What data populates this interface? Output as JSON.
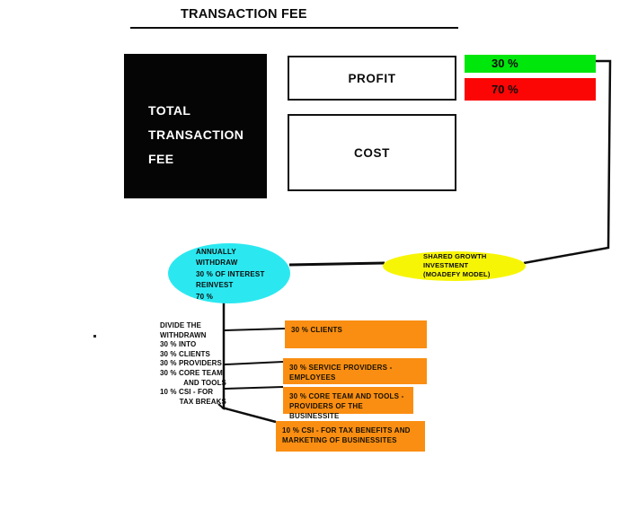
{
  "title": "TRANSACTION FEE",
  "colors": {
    "green": "#00E70C",
    "red": "#FB0505",
    "cyan": "#2BE8F0",
    "yellow": "#F7F506",
    "orange": "#FA8E12",
    "black": "#050505"
  },
  "total_box": {
    "label": "TOTAL TRANSACTION FEE"
  },
  "profit_box": {
    "label": "PROFIT"
  },
  "cost_box": {
    "label": "COST"
  },
  "split_bars": {
    "profit_share": {
      "label": "30 %"
    },
    "cost_share": {
      "label": "70 %"
    }
  },
  "withdraw_ellipse": {
    "lines": [
      "ANNUALLY",
      "WITHDRAW",
      "30 % OF INTEREST",
      "REINVEST",
      "70 %"
    ]
  },
  "shared_growth_ellipse": {
    "lines": [
      "SHARED GROWTH",
      "INVESTMENT",
      "(MOADEFY MODEL)"
    ]
  },
  "divide_note": {
    "lines": [
      "DIVIDE THE",
      "WITHDRAWN",
      "30 % INTO",
      "30 % CLIENTS",
      "30 % PROVIDERS",
      "30 % CORE TEAM",
      "AND TOOLS",
      "10 % CSI - FOR",
      "TAX BREAKS"
    ]
  },
  "allocation_boxes": [
    {
      "label": "30 % CLIENTS"
    },
    {
      "label": "30 % SERVICE PROVIDERS - EMPLOYEES"
    },
    {
      "label": "30 % CORE TEAM AND TOOLS - PROVIDERS OF THE BUSINESSITE"
    },
    {
      "label": "10 % CSI - FOR TAX BENEFITS AND MARKETING OF BUSINESSITES"
    }
  ],
  "stray_dot": "."
}
